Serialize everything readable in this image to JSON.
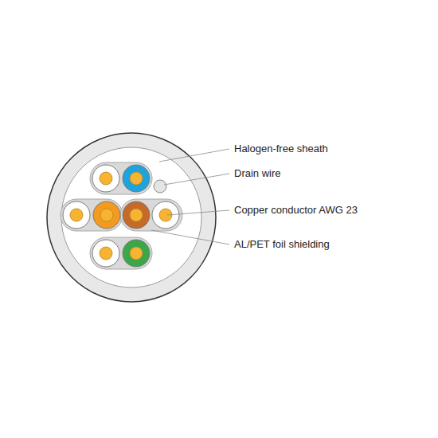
{
  "diagram": {
    "labels": [
      "Halogen-free sheath",
      "Drain wire",
      "Copper conductor AWG 23",
      "AL/PET foil shielding"
    ]
  }
}
